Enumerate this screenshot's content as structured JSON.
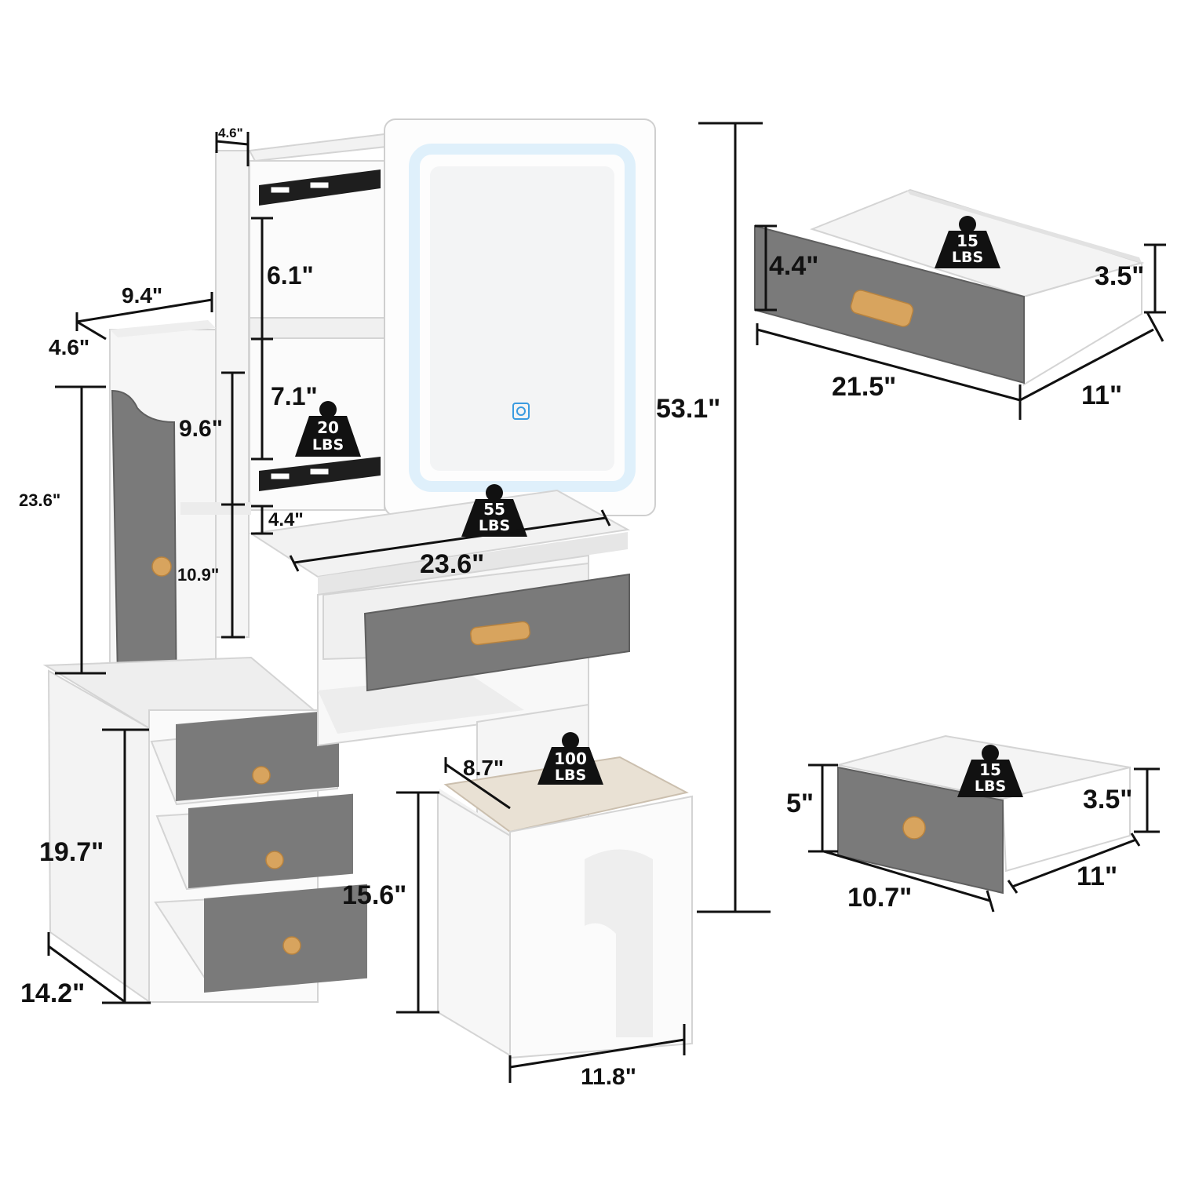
{
  "colors": {
    "panel": "#7a7a7a",
    "body": "#f7f7f7",
    "knob": "#d8a45e",
    "cushion": "#e9e1d4",
    "led": "#dff0fb",
    "touch": "#3a9be0",
    "ink": "#111111"
  },
  "dimensions": {
    "top_depth": "4.6\"",
    "side_width": "9.4\"",
    "side_depth": "4.6\"",
    "shelf_upper": "6.1\"",
    "shelf_middle": "7.1\"",
    "shelf_small": "4.4\"",
    "cab_upper": "9.6\"",
    "cab_lower": "10.9\"",
    "cab_height": "23.6\"",
    "desk_width": "23.6\"",
    "total_height": "53.1\"",
    "drawer_height_stack": "19.7\"",
    "cabinet_depth": "14.2\"",
    "stool_height": "15.6\"",
    "stool_depth": "8.7\"",
    "stool_width": "11.8\"",
    "big_drawer_front": "4.4\"",
    "big_drawer_inner": "3.5\"",
    "big_drawer_width": "21.5\"",
    "big_drawer_depth": "11\"",
    "small_drawer_front": "5\"",
    "small_drawer_inner": "3.5\"",
    "small_drawer_width": "10.7\"",
    "small_drawer_depth": "11\""
  },
  "weights": {
    "shelf": {
      "num": "20",
      "unit": "LBS"
    },
    "desk": {
      "num": "55",
      "unit": "LBS"
    },
    "stool": {
      "num": "100",
      "unit": "LBS"
    },
    "big_drawer": {
      "num": "15",
      "unit": "LBS"
    },
    "small_drawer": {
      "num": "15",
      "unit": "LBS"
    }
  }
}
